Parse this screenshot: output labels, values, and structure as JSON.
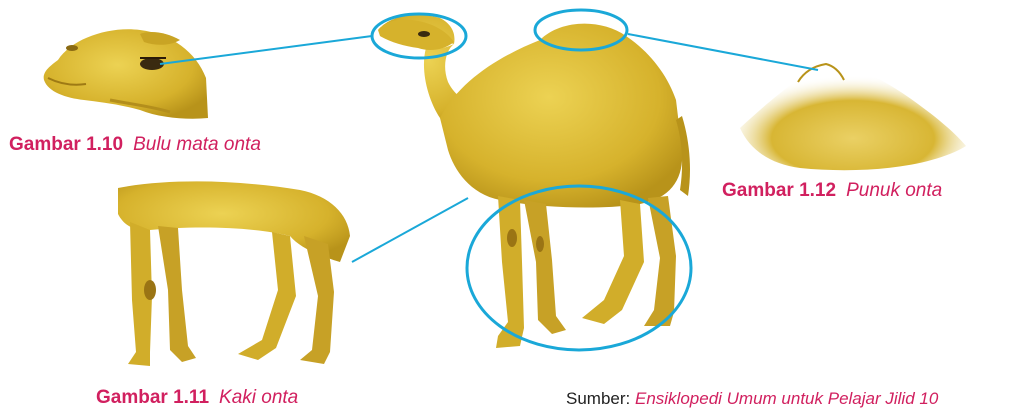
{
  "colors": {
    "caption": "#d1205f",
    "leader_line": "#1aa8d8",
    "camel_body": "#d9b52c",
    "camel_shade": "#b8931a"
  },
  "figures": [
    {
      "number": "Gambar 1.10",
      "description": "Bulu mata onta"
    },
    {
      "number": "Gambar 1.11",
      "description": "Kaki onta"
    },
    {
      "number": "Gambar 1.12",
      "description": "Punuk onta"
    }
  ],
  "source": {
    "prefix": "Sumber:",
    "title": "Ensiklopedi Umum untuk Pelajar Jilid 10"
  }
}
